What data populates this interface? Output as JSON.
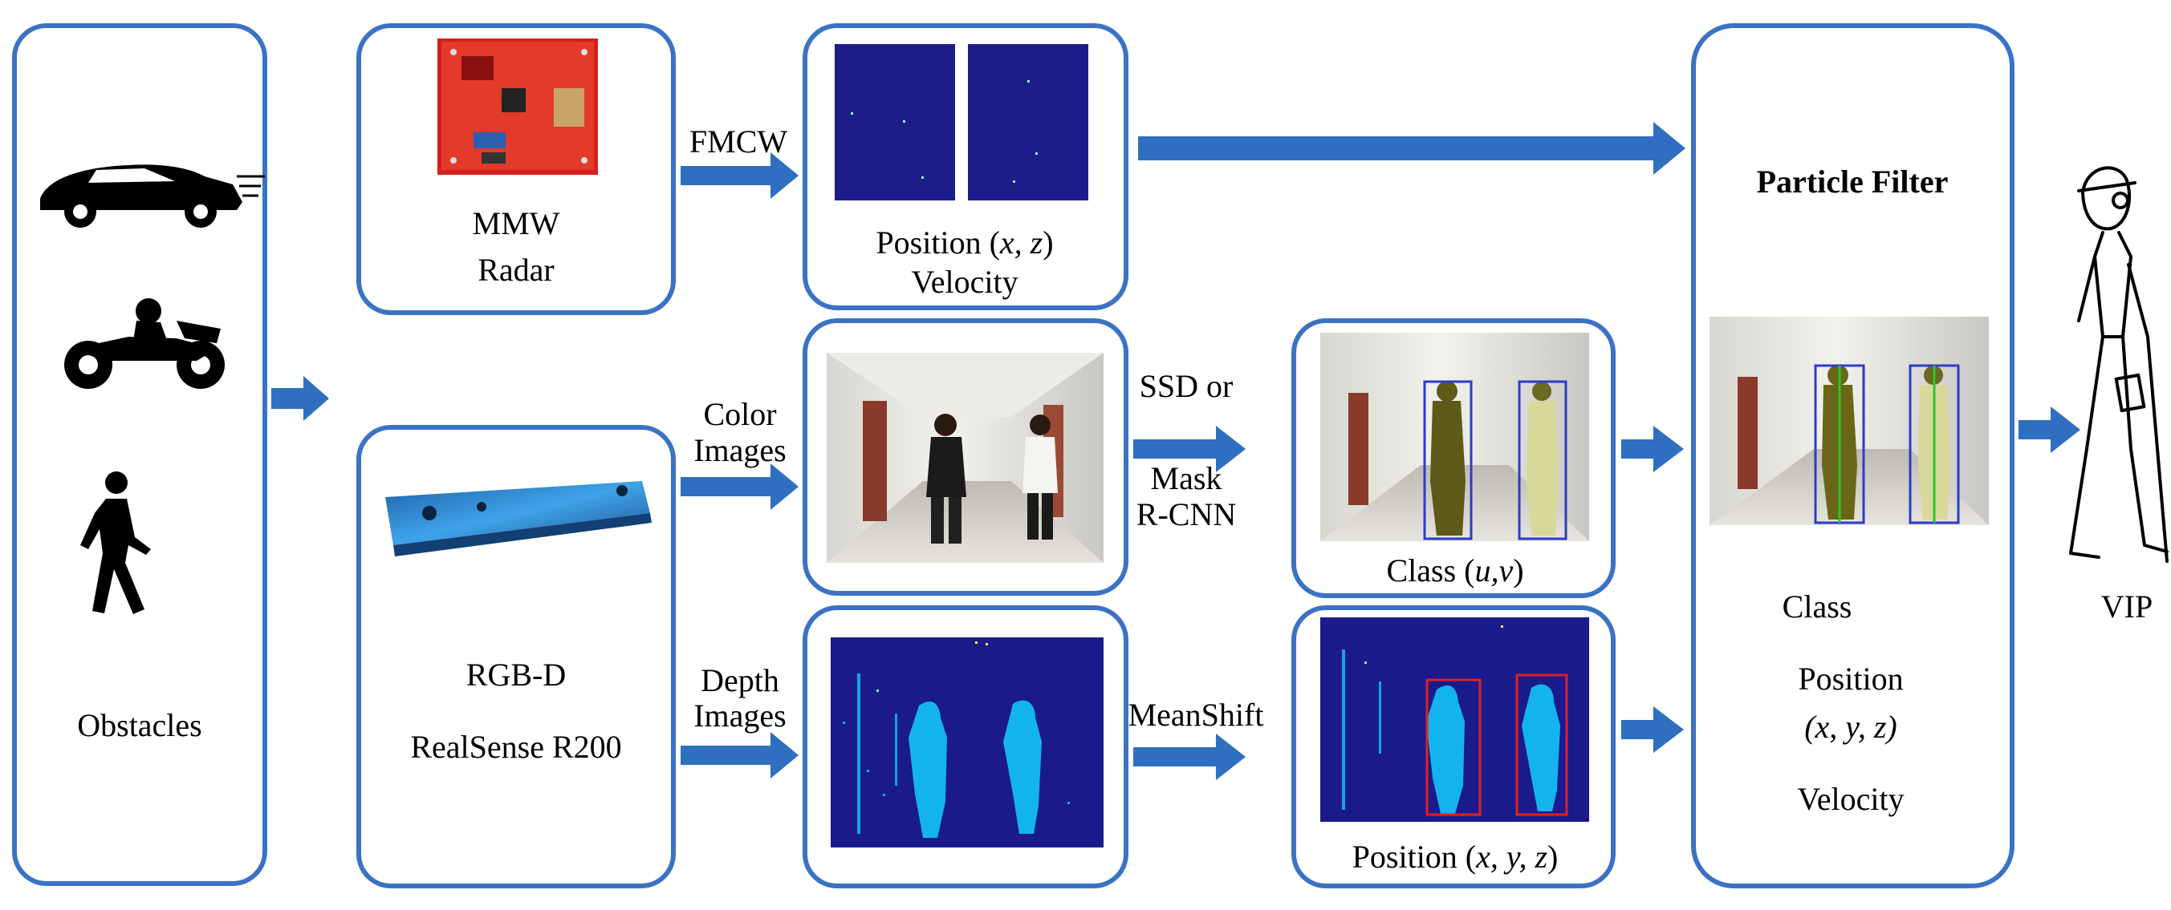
{
  "obstacles": {
    "label": "Obstacles",
    "icons": [
      "car-icon",
      "motorcycle-icon",
      "pedestrian-icon"
    ]
  },
  "radar": {
    "label_line1": "MMW",
    "label_line2": "Radar"
  },
  "camera": {
    "label_line1": "RGB-D",
    "label_line2": "RealSense R200"
  },
  "edges": {
    "fmcw": "FMCW",
    "color_line1": "Color",
    "color_line2": "Images",
    "depth_line1": "Depth",
    "depth_line2": "Images",
    "ssd_line1": "SSD or",
    "ssd_line2": "Mask",
    "ssd_line3": "R-CNN",
    "meanshift": "MeanShift"
  },
  "radar_output": {
    "line1_prefix": "Position (",
    "line1_vars": "x, z",
    "line1_suffix": ")",
    "line2": "Velocity"
  },
  "class_output": {
    "prefix": "Class (",
    "vars": "u,v",
    "suffix": ")"
  },
  "position_output": {
    "prefix": "Position (",
    "vars": "x, y, z",
    "suffix": ")"
  },
  "particle_filter": {
    "title": "Particle Filter",
    "class_label": "Class",
    "position_label": "Position",
    "position_vars": "(x, y, z)",
    "velocity_label": "Velocity"
  },
  "vip": {
    "label": "VIP"
  },
  "colors": {
    "box_border": "#3b72c4",
    "arrow": "#2e6fc0",
    "depth_bg": "#1a1a8c",
    "depth_fg": "#13b3f0",
    "bbox_red": "#e02020",
    "bbox_blue": "#2c3cc8"
  }
}
